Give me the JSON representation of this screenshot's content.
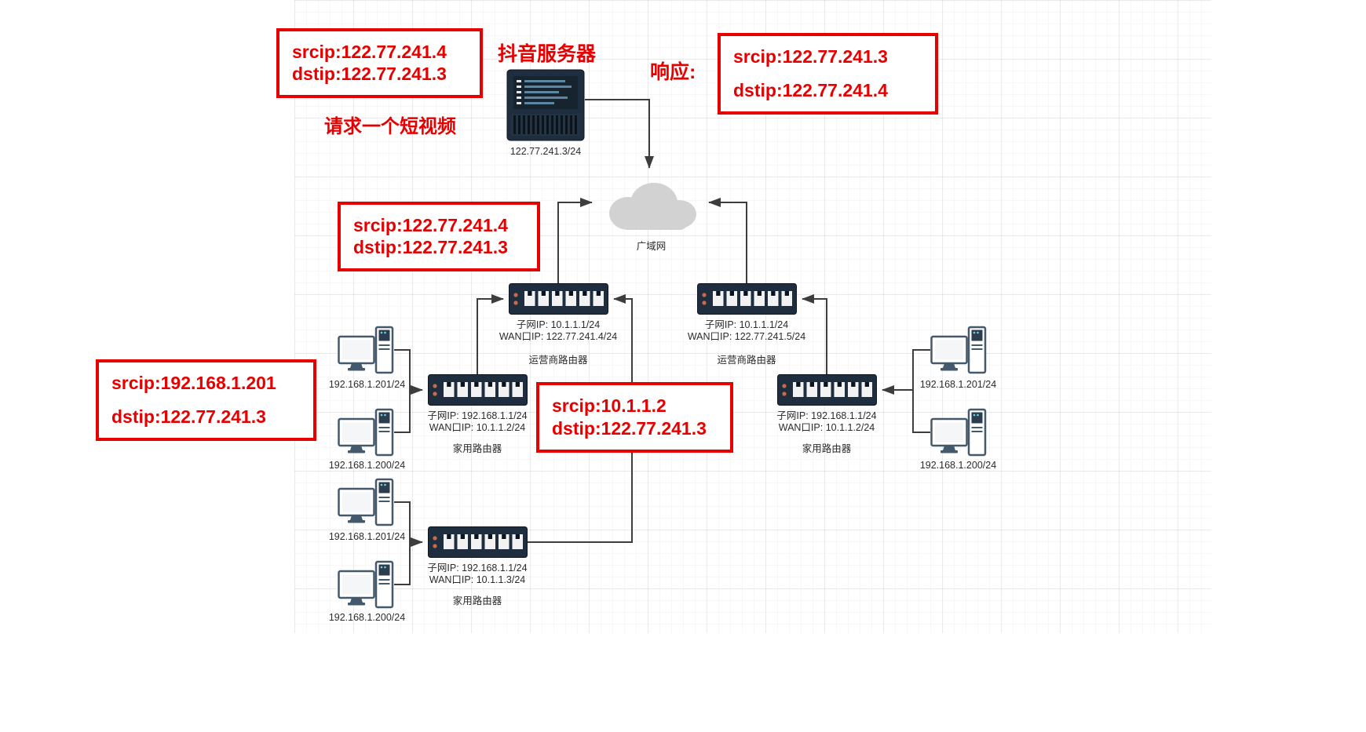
{
  "annotations": {
    "request_box": {
      "line1": "srcip:122.77.241.4",
      "line2": "dstip:122.77.241.3"
    },
    "request_caption": "请求一个短视频",
    "server_title": "抖音服务器",
    "response_label": "响应:",
    "response_box": {
      "line1": "srcip:122.77.241.3",
      "line2": "dstip:122.77.241.4"
    },
    "wan_box": {
      "line1": "srcip:122.77.241.4",
      "line2": "dstip:122.77.241.3"
    },
    "lan_box": {
      "line1": "srcip:192.168.1.201",
      "line2": "dstip:122.77.241.3"
    },
    "nat_box": {
      "line1": "srcip:10.1.1.2",
      "line2": "dstip:122.77.241.3"
    }
  },
  "devices": {
    "server": {
      "ip": "122.77.241.3/24"
    },
    "cloud": {
      "label": "广域网"
    },
    "isp_router_left": {
      "subnet": "子网IP:  10.1.1.1/24",
      "wan": "WAN口IP:  122.77.241.4/24",
      "name": "运营商路由器"
    },
    "isp_router_right": {
      "subnet": "子网IP:  10.1.1.1/24",
      "wan": "WAN口IP:  122.77.241.5/24",
      "name": "运营商路由器"
    },
    "home_router_left": {
      "subnet": "子网IP:  192.168.1.1/24",
      "wan": "WAN口IP:  10.1.1.2/24",
      "name": "家用路由器"
    },
    "home_router_right": {
      "subnet": "子网IP:  192.168.1.1/24",
      "wan": "WAN口IP:  10.1.1.2/24",
      "name": "家用路由器"
    },
    "home_router_bottom": {
      "subnet": "子网IP:  192.168.1.1/24",
      "wan": "WAN口IP:  10.1.1.3/24",
      "name": "家用路由器"
    }
  },
  "pcs": {
    "left_top": {
      "ip": "192.168.1.201/24"
    },
    "left_mid": {
      "ip": "192.168.1.200/24"
    },
    "bottom_upper": {
      "ip": "192.168.1.201/24"
    },
    "bottom_lower": {
      "ip": "192.168.1.200/24"
    },
    "right_top": {
      "ip": "192.168.1.201/24"
    },
    "right_bottom": {
      "ip": "192.168.1.200/24"
    }
  },
  "colors": {
    "annotation_red": "#e60000",
    "device_body": "#1e2e3e",
    "wire": "#3d3d3d",
    "cloud_fill": "#d2d2d2"
  }
}
